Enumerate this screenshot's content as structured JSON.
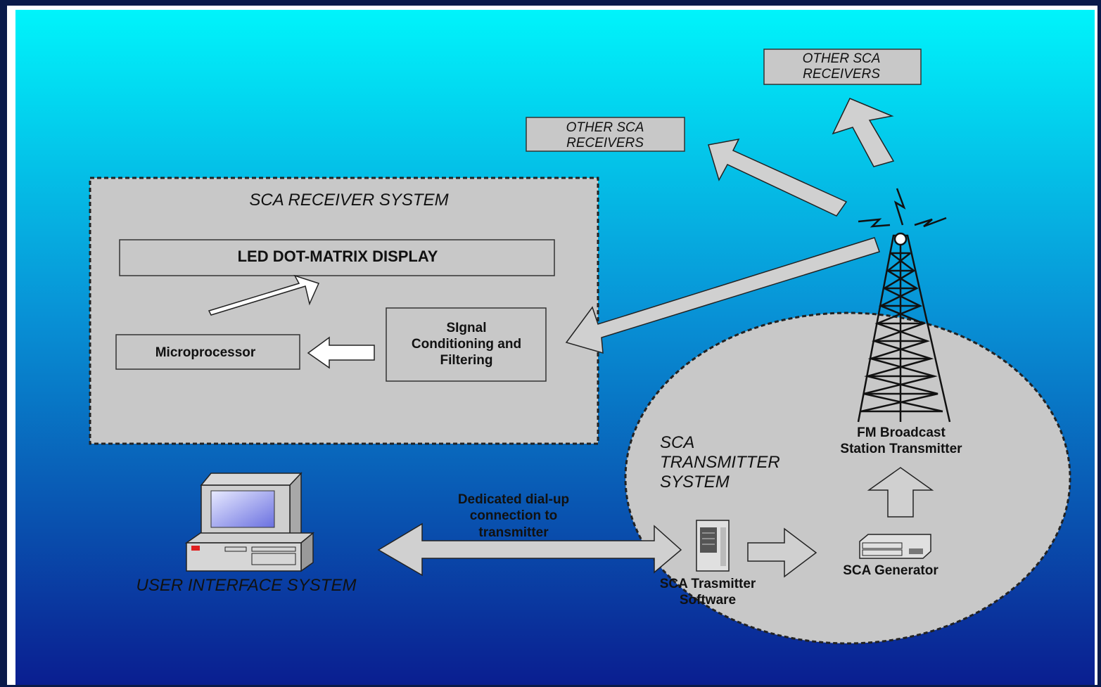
{
  "diagram": {
    "receiver_system": {
      "title": "SCA RECEIVER SYSTEM",
      "display": "LED DOT-MATRIX DISPLAY",
      "microprocessor": "Microprocessor",
      "signal_line1": "SIgnal",
      "signal_line2": "Conditioning and",
      "signal_line3": "Filtering"
    },
    "other_receivers_1": {
      "line1": "OTHER SCA",
      "line2": "RECEIVERS"
    },
    "other_receivers_2": {
      "line1": "OTHER SCA",
      "line2": "RECEIVERS"
    },
    "transmitter_system": {
      "title_line1": "SCA",
      "title_line2": "TRANSMITTER",
      "title_line3": "SYSTEM",
      "fm_line1": "FM Broadcast",
      "fm_line2": "Station Transmitter",
      "software_line1": "SCA Trasmitter",
      "software_line2": "Software",
      "generator": "SCA Generator"
    },
    "connection": {
      "line1": "Dedicated dial-up",
      "line2": "connection to",
      "line3": "transmitter"
    },
    "user_interface": "USER INTERFACE SYSTEM"
  },
  "colors": {
    "gradient_top": "#00f4fb",
    "gradient_bottom": "#0a1e90",
    "box_fill": "#c8c8c8",
    "arrow_fill": "#d0d0d0",
    "outer_frame": "#0a1a4a"
  }
}
